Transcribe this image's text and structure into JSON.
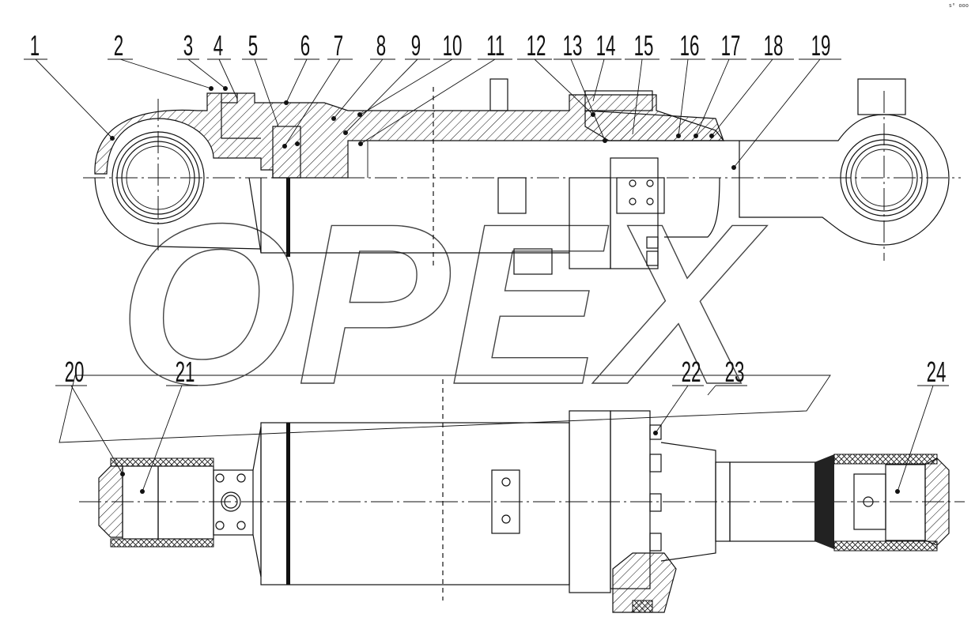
{
  "corner_mark": "s⁰ ooo",
  "watermark": "OPEX",
  "part_numbers": [
    "1",
    "2",
    "3",
    "4",
    "5",
    "6",
    "7",
    "8",
    "9",
    "10",
    "11",
    "12",
    "13",
    "14",
    "15",
    "16",
    "17",
    "18",
    "19",
    "20",
    "21",
    "22",
    "23",
    "24"
  ]
}
